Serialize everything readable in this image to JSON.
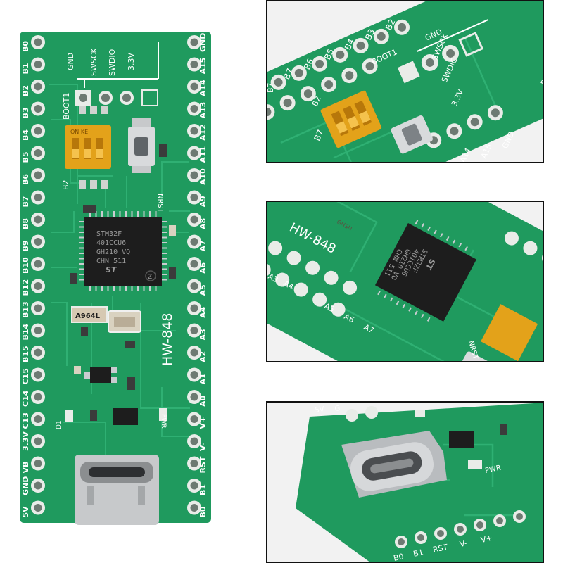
{
  "colors": {
    "pcb": "#1f9a5e",
    "pcb_dark": "#17804c",
    "trace": "#2fb073",
    "pad": "#e9ece8",
    "hole": "#6d7a72",
    "chip": "#1d1d1d",
    "dip": "#e3a21a",
    "usb": "#c7c9cb"
  },
  "board": {
    "left_pins": [
      "B0",
      "B1",
      "B2",
      "B3",
      "B4",
      "B5",
      "B6",
      "B7",
      "B8",
      "B9",
      "B10",
      "B12",
      "B13",
      "B14",
      "B15",
      "C15",
      "C14",
      "C13",
      "3.3V",
      "VB",
      "GND",
      "5V"
    ],
    "right_pins": [
      "GND",
      "A15",
      "A14",
      "A13",
      "A12",
      "A11",
      "A10",
      "A9",
      "A8",
      "A7",
      "A6",
      "A5",
      "A4",
      "A3",
      "A2",
      "A1",
      "A0",
      "V+",
      "V-",
      "RST",
      "B1",
      "B0"
    ],
    "header": [
      "GND",
      "SWSCK",
      "SWDIO",
      "3.3V"
    ],
    "boot_label": "BOOT1",
    "b2_label": "B2",
    "dip_label": "ON KE",
    "reset_label": "NRST",
    "chip_lines": [
      "STM32F",
      "401CCU6",
      "GH210 VQ",
      "CHN  511"
    ],
    "chip_logo": "ST",
    "chip_mark": "Z",
    "crystal_label": "A964L",
    "model": "HW-848",
    "led1_label": "D1",
    "pwr_label": "PWR"
  },
  "zoom_top": {
    "pins_top": [
      "B7",
      "B6",
      "B5",
      "B4",
      "B3",
      "B2"
    ],
    "header": [
      "GND",
      "SWSCK",
      "SWDIC",
      "3.3V"
    ],
    "boot_label": "BOOT1",
    "b2_label": "B2",
    "bottom_pins": [
      "A14",
      "A15",
      "GND"
    ]
  },
  "zoom_mid": {
    "model": "HW-848",
    "chip_lines": [
      "STM32F",
      "401CCU6",
      "GH210 VQ",
      "CHN  511"
    ],
    "chip_logo": "ST",
    "pins_left": [
      "A3",
      "A4",
      "A5",
      "A6",
      "A7"
    ],
    "reset_label": "NRST",
    "crystal_label": "GHSN"
  },
  "zoom_bottom": {
    "pwr_label": "PWR",
    "pins": [
      "B0",
      "B1",
      "RST",
      "V-",
      "V+"
    ],
    "top_labels": [
      "5V",
      "G"
    ]
  }
}
